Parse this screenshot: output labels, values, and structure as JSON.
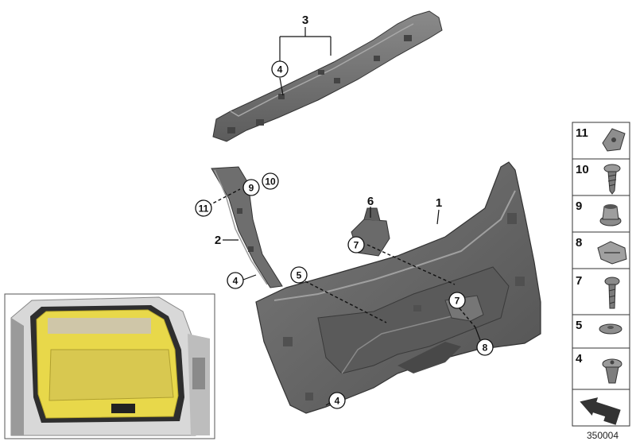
{
  "callouts": {
    "c1": "1",
    "c2": "2",
    "c3": "3",
    "c4a": "4",
    "c4b": "4",
    "c4c": "4",
    "c5": "5",
    "c6": "6",
    "c7a": "7",
    "c7b": "7",
    "c8": "8",
    "c9": "9",
    "c10": "10",
    "c11": "11"
  },
  "legend": {
    "items": [
      {
        "num": "11",
        "icon": "nut-clip-icon"
      },
      {
        "num": "10",
        "icon": "screw-icon"
      },
      {
        "num": "9",
        "icon": "grommet-icon"
      },
      {
        "num": "8",
        "icon": "spring-clip-icon"
      },
      {
        "num": "7",
        "icon": "bolt-icon"
      },
      {
        "num": "5",
        "icon": "plug-icon"
      },
      {
        "num": "4",
        "icon": "expanding-rivet-icon"
      }
    ],
    "last_icon": "arrow-icon"
  },
  "reference": "350004",
  "colors": {
    "trim_gray": "#6b6b6b",
    "trim_dark": "#4a4a4a",
    "trim_light": "#9a9a9a",
    "highlight_yellow": "#e8d84a"
  }
}
